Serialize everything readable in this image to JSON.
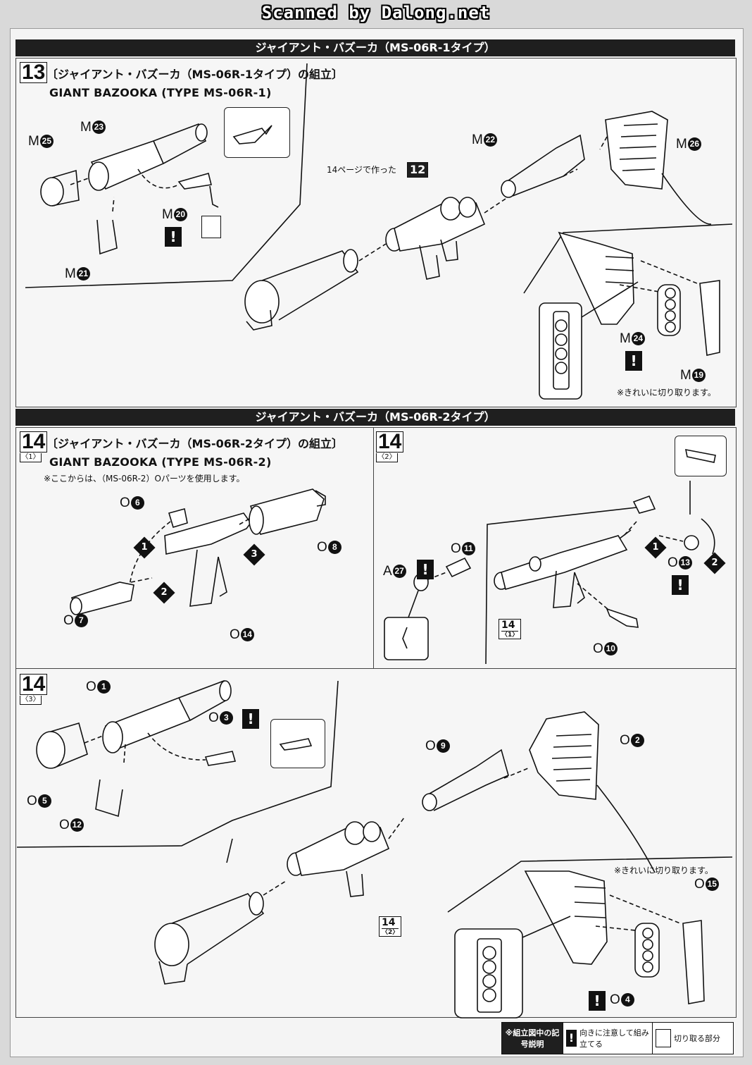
{
  "watermark": "Scanned by Dalong.net",
  "banner_r1": "ジャイアント・バズーカ（MS-06R-1タイプ）",
  "banner_r2": "ジャイアント・バズーカ（MS-06R-2タイプ）",
  "step13": {
    "number": "13",
    "title_jp": "〔ジャイアント・バズーカ（MS-06R-1タイプ）の組立〕",
    "title_en": "GIANT BAZOOKA (TYPE MS-06R-1)",
    "ref_note": "14ページで作った",
    "ref_box": "12",
    "parts": {
      "m25": {
        "letter": "M",
        "num": "25"
      },
      "m23": {
        "letter": "M",
        "num": "23"
      },
      "m20": {
        "letter": "M",
        "num": "20"
      },
      "m21": {
        "letter": "M",
        "num": "21"
      },
      "m22": {
        "letter": "M",
        "num": "22"
      },
      "m26": {
        "letter": "M",
        "num": "26"
      },
      "m24": {
        "letter": "M",
        "num": "24"
      },
      "m19": {
        "letter": "M",
        "num": "19"
      }
    },
    "cut_note": "※きれいに切り取ります。"
  },
  "step14_1": {
    "number": "14",
    "sub": "〈1〉",
    "title_jp": "〔ジャイアント・バズーカ（MS-06R-2タイプ）の組立〕",
    "title_en": "GIANT BAZOOKA (TYPE MS-06R-2)",
    "note": "※ここからは、（MS-06R-2）Oパーツを使用します。",
    "parts": {
      "o6": {
        "letter": "O",
        "num": "6"
      },
      "o8": {
        "letter": "O",
        "num": "8"
      },
      "o7": {
        "letter": "O",
        "num": "7"
      },
      "o14": {
        "letter": "O",
        "num": "14"
      }
    },
    "seq": [
      "1",
      "2",
      "3"
    ]
  },
  "step14_2": {
    "number": "14",
    "sub": "〈2〉",
    "parts": {
      "o11": {
        "letter": "O",
        "num": "11"
      },
      "a27": {
        "letter": "A",
        "num": "27"
      },
      "o13": {
        "letter": "O",
        "num": "13"
      },
      "o10": {
        "letter": "O",
        "num": "10"
      }
    },
    "ref_box": "14",
    "ref_sub": "〈1〉",
    "seq": [
      "1",
      "2"
    ]
  },
  "step14_3": {
    "number": "14",
    "sub": "〈3〉",
    "parts": {
      "o1": {
        "letter": "O",
        "num": "1"
      },
      "o3": {
        "letter": "O",
        "num": "3"
      },
      "o5": {
        "letter": "O",
        "num": "5"
      },
      "o12": {
        "letter": "O",
        "num": "12"
      },
      "o9": {
        "letter": "O",
        "num": "9"
      },
      "o2": {
        "letter": "O",
        "num": "2"
      },
      "o15": {
        "letter": "O",
        "num": "15"
      },
      "o4": {
        "letter": "O",
        "num": "4"
      }
    },
    "ref_box": "14",
    "ref_sub": "〈2〉",
    "cut_note": "※きれいに切り取ります。"
  },
  "legend": {
    "head": "※組立図中の記号説明",
    "caution_label": "向きに注意して組み立てる",
    "cut_label": "切り取る部分"
  },
  "caution_glyph": "!",
  "icons": [
    "caution-icon",
    "cut-icon",
    "arrow-icon"
  ]
}
